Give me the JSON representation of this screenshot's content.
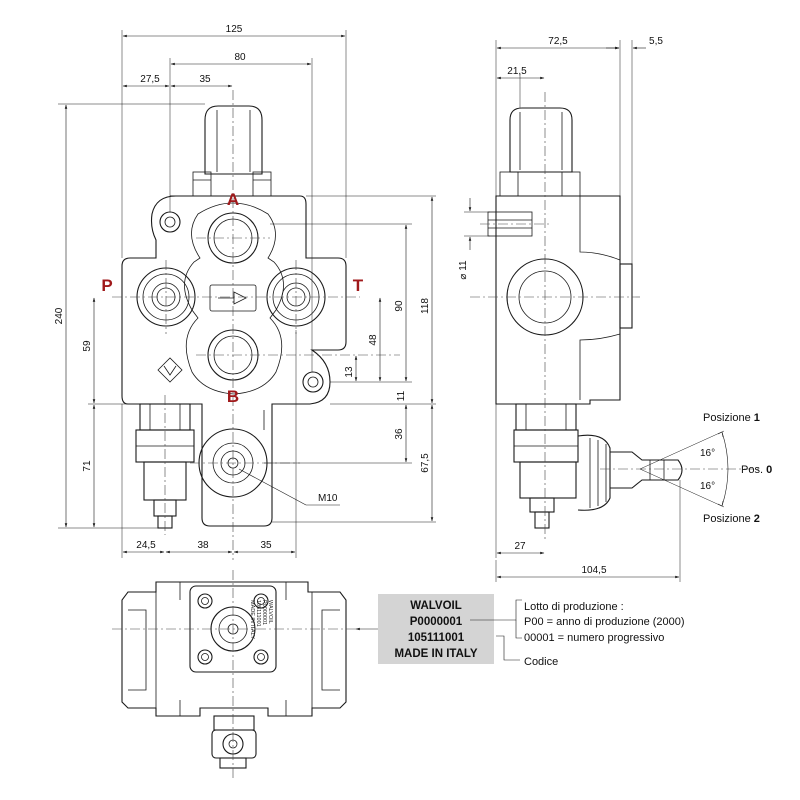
{
  "ports": {
    "a": "A",
    "b": "B",
    "p": "P",
    "t": "T"
  },
  "dims_front": {
    "overall_width": "125",
    "width_80": "80",
    "left_27_5": "27,5",
    "mid_35": "35",
    "height_240": "240",
    "height_59": "59",
    "height_71": "71",
    "height_118": "118",
    "height_90": "90",
    "height_48": "48",
    "height_13": "13",
    "height_11": "11",
    "height_36": "36",
    "height_67_5": "67,5",
    "bottom_24_5": "24,5",
    "bottom_38": "38",
    "bottom_35": "35",
    "thread": "M10"
  },
  "dims_side": {
    "width_72_5": "72,5",
    "width_5_5": "5,5",
    "width_21_5": "21,5",
    "diameter_11": "⌀ 11",
    "width_27": "27",
    "width_104_5": "104,5"
  },
  "lever_positions": {
    "pos1_prefix": "Posizione ",
    "pos1_num": "1",
    "pos2_prefix": "Posizione ",
    "pos2_num": "2",
    "pos0_prefix": "Pos. ",
    "pos0_num": "0",
    "angle_up": "16°",
    "angle_down": "16°"
  },
  "nameplate": {
    "line1": "WALVOIL",
    "line2": "P0000001",
    "line3": "105111001",
    "line4": "MADE IN ITALY",
    "plate_color": "#d4d4d4"
  },
  "stamp": {
    "line1": "WALVOIL",
    "line2": "P0000001",
    "line3": "105111001",
    "line4": "MADE IN ITALY"
  },
  "legend": {
    "lot_title": "Lotto di produzione :",
    "lot_line1": "P00 = anno di produzione (2000)",
    "lot_line2": "00001 = numero progressivo",
    "code_label": "Codice"
  },
  "colors": {
    "port_label": "#a0191b",
    "outline": "#1a1a1a"
  }
}
